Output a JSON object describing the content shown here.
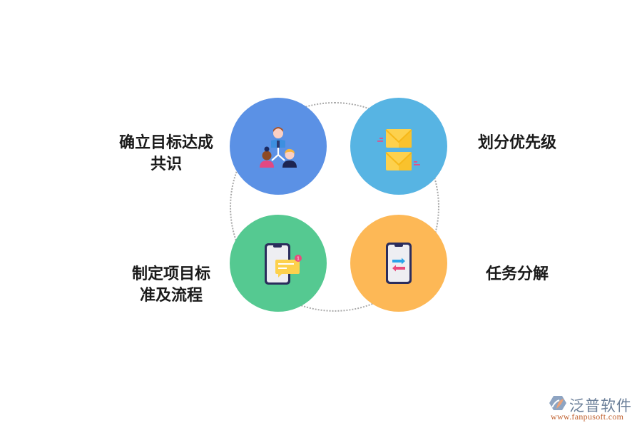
{
  "diagram": {
    "type": "four-node cycle",
    "nodes": [
      {
        "id": "top-left",
        "label_line1": "确立目标达成",
        "label_line2": "共识",
        "icon": "team-hierarchy-icon",
        "color": "#5b91e5"
      },
      {
        "id": "top-right",
        "label_line1": "划分优先级",
        "icon": "envelopes-icon",
        "color": "#57b4e3"
      },
      {
        "id": "bottom-left",
        "label_line1": "制定项目标",
        "label_line2": "准及流程",
        "icon": "phone-notification-icon",
        "color": "#55c991",
        "badge": "1"
      },
      {
        "id": "bottom-right",
        "label_line1": "任务分解",
        "icon": "phone-transfer-icon",
        "color": "#fdb856"
      }
    ],
    "connector": "dotted-circle"
  },
  "branding": {
    "name": "泛普软件",
    "url": "www.fanpusoft.com"
  }
}
